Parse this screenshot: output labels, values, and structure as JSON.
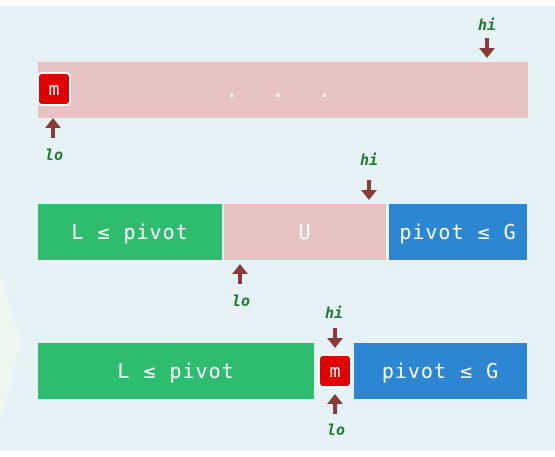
{
  "labels": {
    "lo": "lo",
    "hi": "hi",
    "m": "m",
    "dots": ". . .",
    "L": "L ≤ pivot",
    "U": "U",
    "G": "pivot ≤ G"
  },
  "colors": {
    "background_panel": "#e6f2f5",
    "green": "#2ebd6e",
    "blue": "#2c86d1",
    "pink": "#e8c3c3",
    "marker_red": "#e00000",
    "arrow": "#8b3a3a",
    "pointer_text": "#1f7a2e"
  }
}
